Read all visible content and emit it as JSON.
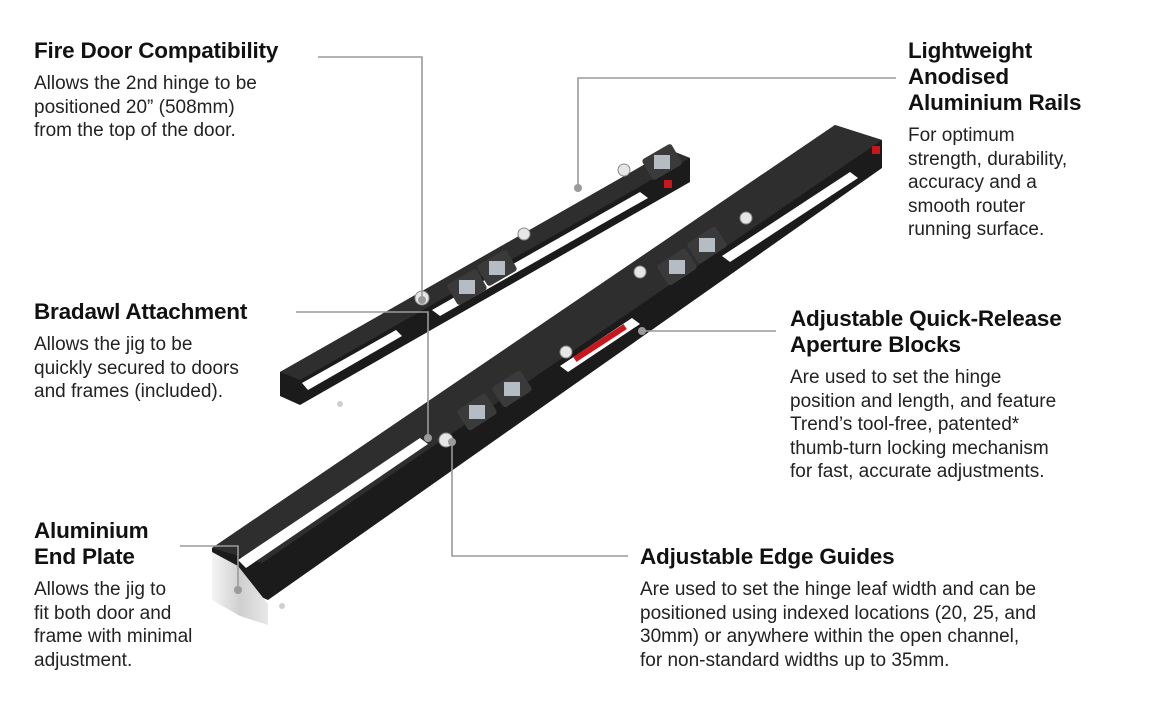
{
  "callouts": {
    "fire_door": {
      "title": "Fire Door Compatibility",
      "body": "Allows the 2nd hinge to be\npositioned 20” (508mm)\nfrom the top of the door."
    },
    "rails": {
      "title": "Lightweight\nAnodised\nAluminium Rails",
      "body": "For optimum\nstrength, durability,\naccuracy and a\nsmooth router\nrunning surface."
    },
    "bradawl": {
      "title": "Bradawl Attachment",
      "body": "Allows the jig to be\nquickly secured to doors\nand frames (included)."
    },
    "aperture": {
      "title": "Adjustable Quick-Release\nAperture Blocks",
      "body": "Are used to set the hinge\nposition and length, and feature\nTrend’s tool-free, patented*\nthumb-turn locking mechanism\nfor fast, accurate adjustments."
    },
    "end_plate": {
      "title": "Aluminium\nEnd Plate",
      "body": "Allows the jig to\nfit both door and\nframe with minimal\nadjustment."
    },
    "edge_guides": {
      "title": "Adjustable Edge Guides",
      "body": "Are used to set the hinge leaf width and can be\npositioned using indexed locations (20, 25, and\n30mm) or anywhere within the open channel,\nfor non-standard widths up to 35mm."
    }
  },
  "colors": {
    "rail": "#1b1b1b",
    "rail_edge": "#3a3a3a",
    "leader": "#9a9a9a",
    "accent_red": "#c8161d"
  },
  "icons": [
    "bradawl-pin-icon",
    "thumb-turn-icon"
  ]
}
